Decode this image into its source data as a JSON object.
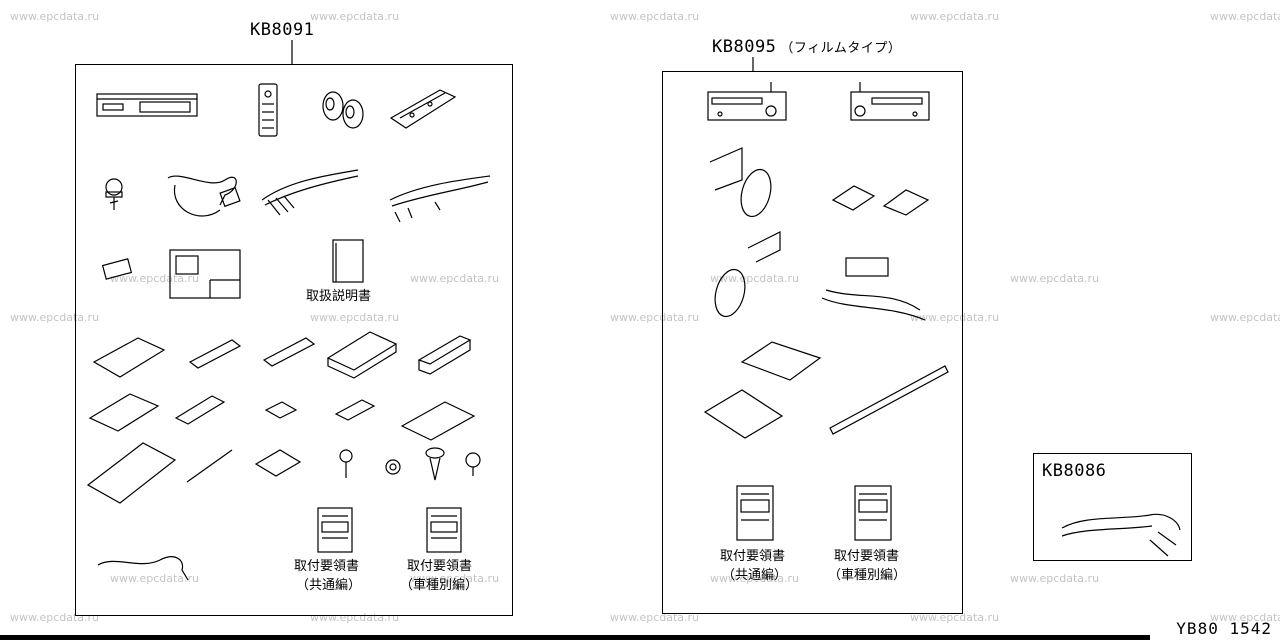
{
  "watermark": "www.epcdata.ru",
  "kits": {
    "kb8091": {
      "title": "KB8091"
    },
    "kb8095": {
      "title": "KB8095",
      "note": "（フィルムタイプ）"
    },
    "kb8086": {
      "title": "KB8086"
    }
  },
  "labels": {
    "manual": "取扱説明書",
    "install_guide": "取付要領書",
    "common": "（共通編）",
    "vehicle_specific": "（車種別編）"
  },
  "page_code": "YB80 1542"
}
